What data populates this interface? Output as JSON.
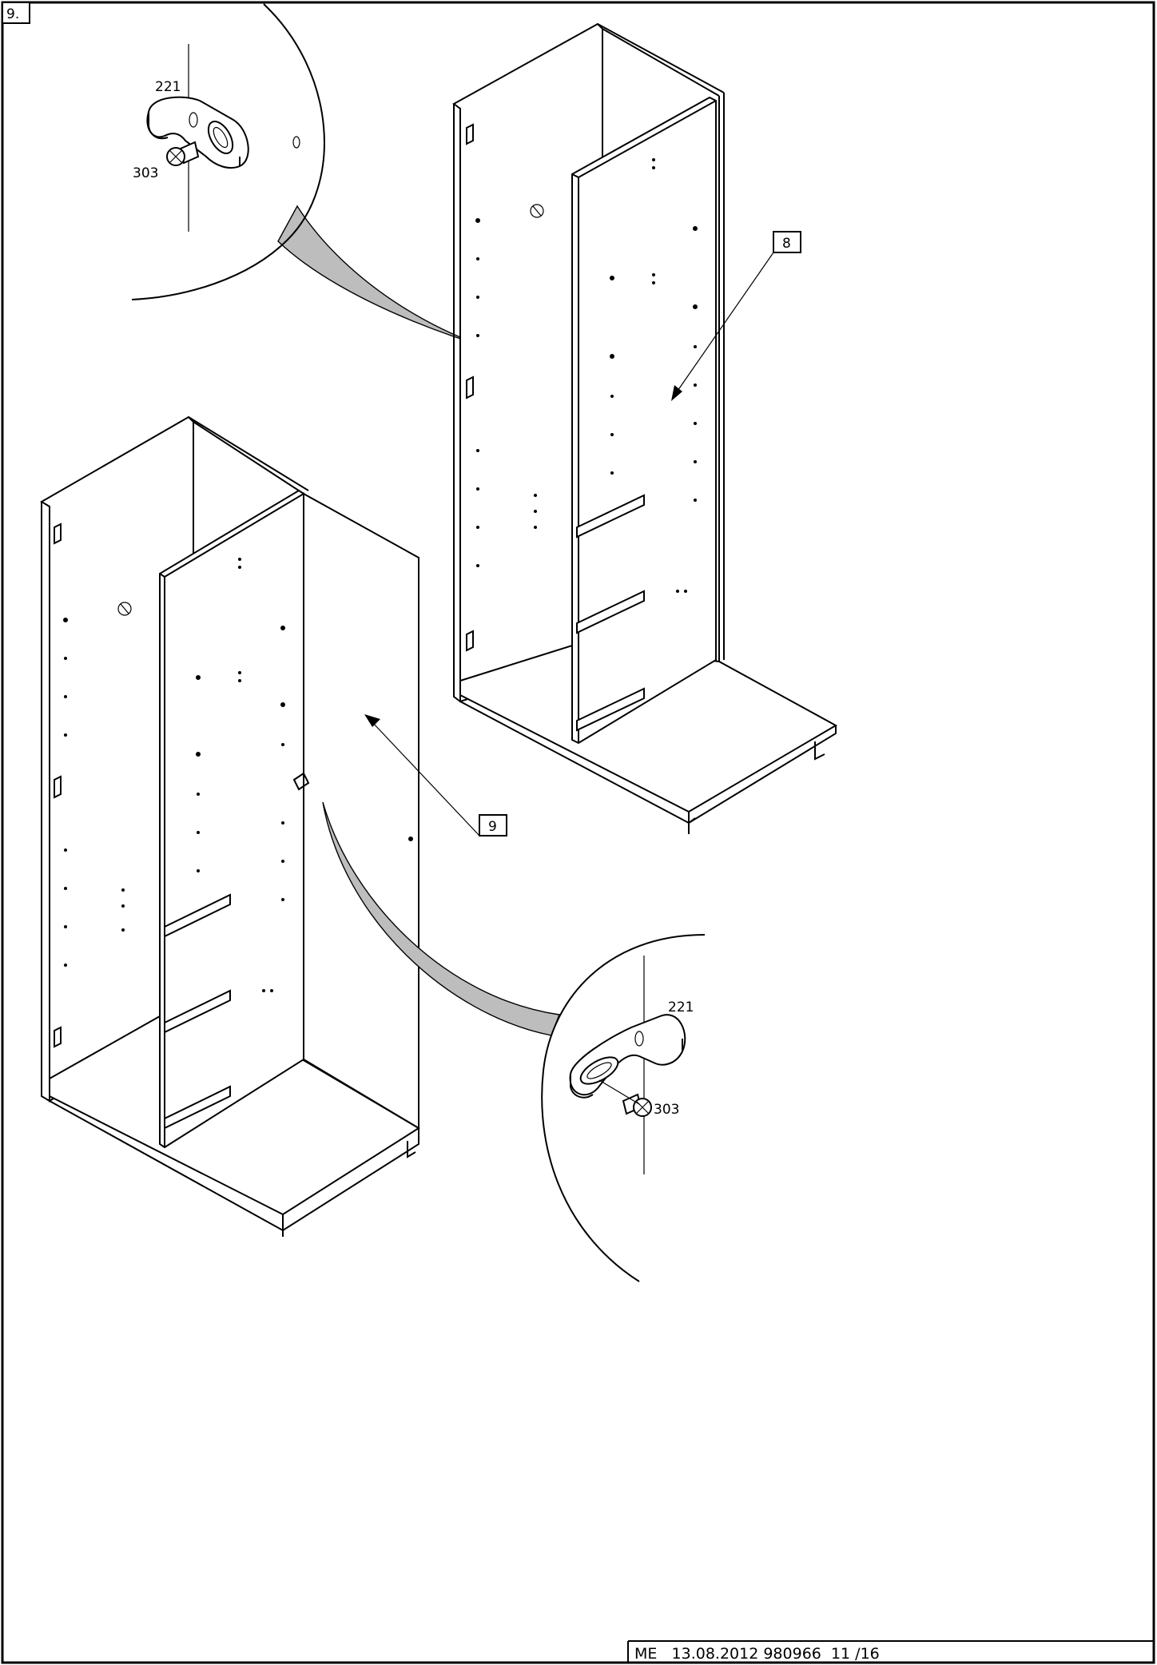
{
  "step": {
    "number": "9."
  },
  "callouts": {
    "part_a": "8",
    "part_b": "9"
  },
  "details": {
    "top": {
      "cam_label": "221",
      "screw_label": "303"
    },
    "bottom": {
      "cam_label": "221",
      "screw_label": "303"
    }
  },
  "footer": {
    "text": "ME   13.08.2012 980966  11 /16"
  }
}
